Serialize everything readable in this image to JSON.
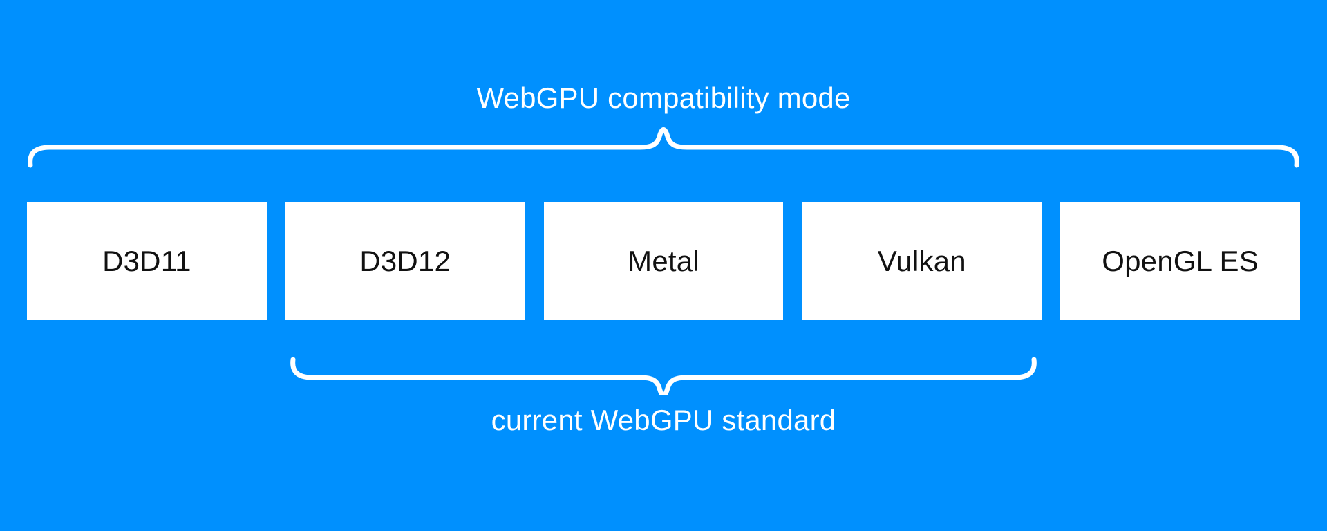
{
  "diagram": {
    "title": "WebGPU compatibility mode",
    "subtitle": "current WebGPU standard",
    "backends": [
      "D3D11",
      "D3D12",
      "Metal",
      "Vulkan",
      "OpenGL ES"
    ]
  },
  "colors": {
    "background": "#0090FE",
    "box-bg": "#FFFFFF",
    "box-text": "#111111",
    "label-text": "#FFFFFF",
    "brace": "#FFFFFF"
  }
}
